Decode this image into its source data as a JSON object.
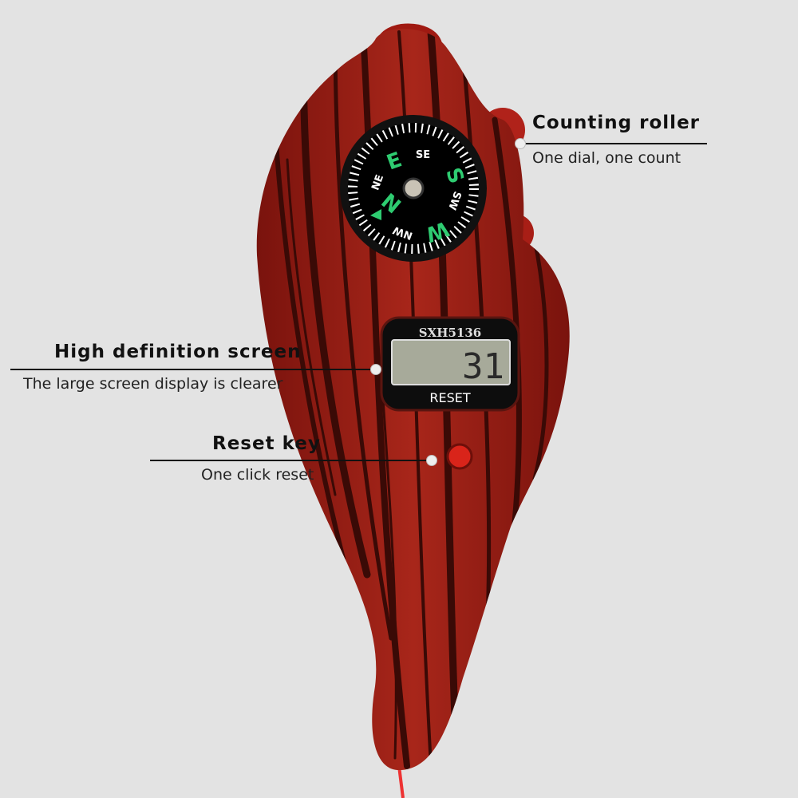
{
  "product": {
    "model": "SXH5136",
    "display_value": "31",
    "reset_label": "RESET",
    "compass_labels": [
      "E",
      "SE",
      "S",
      "SW",
      "W",
      "NW",
      "N",
      "NE"
    ],
    "colors": {
      "body": "#8e1c14",
      "grain": "#3a0a06",
      "compass_green": "#2ecc71",
      "background": "#e3e3e3"
    }
  },
  "callouts": {
    "roller": {
      "title": "Counting roller",
      "subtitle": "One dial, one count"
    },
    "screen": {
      "title": "High definition screen",
      "subtitle": "The large screen display is clearer"
    },
    "reset": {
      "title": "Reset key",
      "subtitle": "One click reset"
    }
  }
}
